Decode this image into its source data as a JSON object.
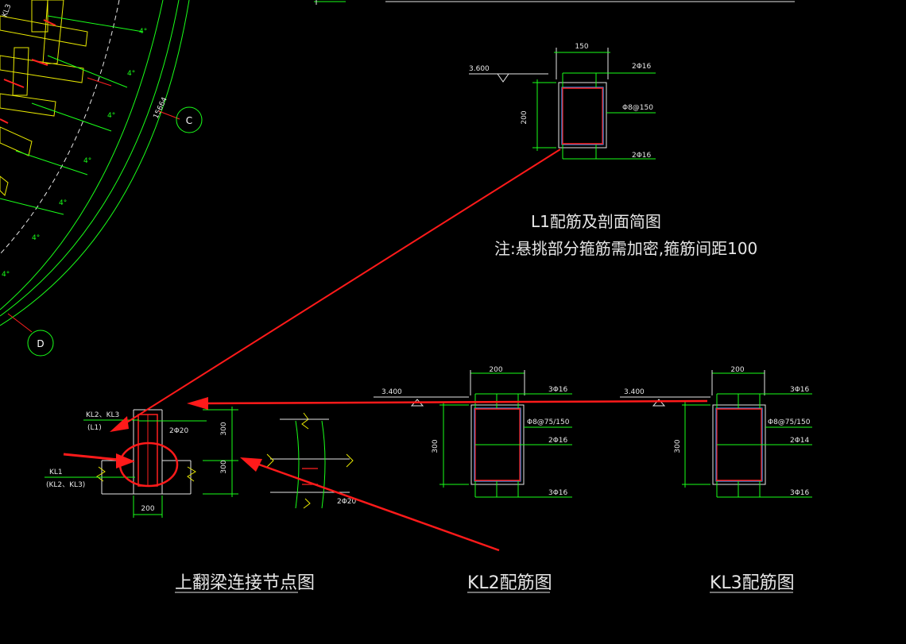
{
  "colors": {
    "background": "#000000",
    "line_green": "#19ff19",
    "line_white": "#e6e6e6",
    "rebar_red": "#ff2020",
    "stirrup_cyan": "#40a0ff",
    "annotation_red": "#ff1a1a"
  },
  "plan": {
    "dimension": "15664",
    "axis_c": "C",
    "axis_d": "D",
    "angle_marks": [
      "4°",
      "4°",
      "4°",
      "4°",
      "4°",
      "4°",
      "4°"
    ],
    "beam_tag": "KL3"
  },
  "l1_section": {
    "width_dim": "150",
    "height_dim": "200",
    "elevation": "3.600",
    "top_bars": "2Φ16",
    "stirrup": "Φ8@150",
    "bottom_bars": "2Φ16",
    "title": "L1配筋及剖面简图",
    "note": "注:悬挑部分箍筋需加密,箍筋间距100"
  },
  "kl2_section": {
    "width_dim": "200",
    "height_dim": "300",
    "elevation": "3.400",
    "top_bars": "3Φ16",
    "stirrup": "Φ8@75/150",
    "side_bars": "2Φ16",
    "bottom_bars": "3Φ16",
    "title": "KL2配筋图"
  },
  "kl3_section": {
    "width_dim": "200",
    "height_dim": "300",
    "elevation": "3.400",
    "top_bars": "3Φ16",
    "stirrup": "Φ8@75/150",
    "side_bars": "2Φ14",
    "bottom_bars": "3Φ16",
    "title": "KL3配筋图"
  },
  "joint_detail": {
    "label_top_1": "KL2、KL3",
    "label_top_2": "(L1)",
    "bars_top": "2Φ20",
    "label_bottom_1": "KL1",
    "label_bottom_2": "(KL2、KL3)",
    "width_dim": "200",
    "dim_upper": "300",
    "dim_lower": "300",
    "bars_right": "2Φ20",
    "title": "上翻梁连接节点图"
  }
}
